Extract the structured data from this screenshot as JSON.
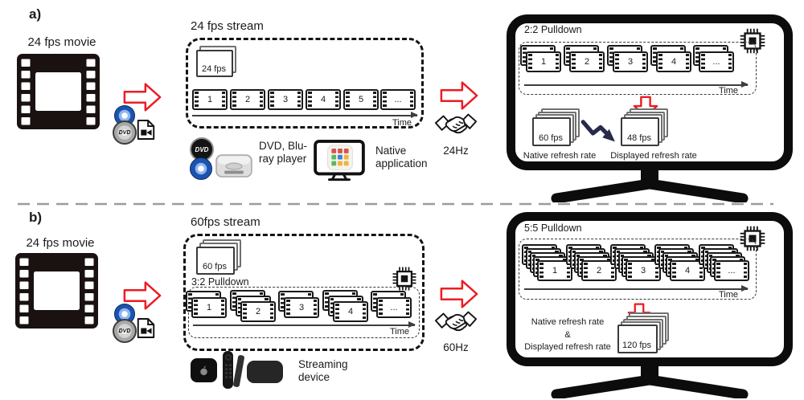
{
  "palette": {
    "accent_red": "#ec1c24",
    "zigzag_navy": "#272b4a",
    "divider_gray": "#9c9c9c"
  },
  "dvd_logo_text": "DVD",
  "sections": {
    "a": {
      "label": "a)",
      "movie_label": "24 fps movie",
      "stream": {
        "title": "24 fps stream",
        "rate_card": "24 fps",
        "frames": [
          "1",
          "2",
          "3",
          "4",
          "5",
          "..."
        ],
        "time_label": "Time"
      },
      "sources": {
        "player_label": "DVD, Blu-ray player",
        "native_app_label": "Native application"
      },
      "link": {
        "rate": "24Hz"
      },
      "tv": {
        "title": "2:2 Pulldown",
        "frames": [
          "1",
          "2",
          "3",
          "4",
          "..."
        ],
        "time_label": "Time",
        "native_rate": {
          "value": "60 fps",
          "label": "Native refresh rate"
        },
        "displayed_rate": {
          "value": "48 fps",
          "label": "Displayed refresh rate"
        }
      }
    },
    "b": {
      "label": "b)",
      "movie_label": "24 fps movie",
      "stream": {
        "title": "60fps stream",
        "rate_card": "60 fps",
        "pulldown_label": "3:2 Pulldown",
        "frames": [
          "1",
          "2",
          "3",
          "4",
          "..."
        ],
        "time_label": "Time"
      },
      "sources": {
        "label": "Streaming device"
      },
      "link": {
        "rate": "60Hz"
      },
      "tv": {
        "title": "5:5 Pulldown",
        "frames": [
          "1",
          "2",
          "3",
          "4",
          "..."
        ],
        "time_label": "Time",
        "rate_note": {
          "native": "Native refresh rate",
          "amp": "&",
          "displayed": "Displayed refresh rate"
        },
        "rate_value": "120 fps"
      }
    }
  }
}
